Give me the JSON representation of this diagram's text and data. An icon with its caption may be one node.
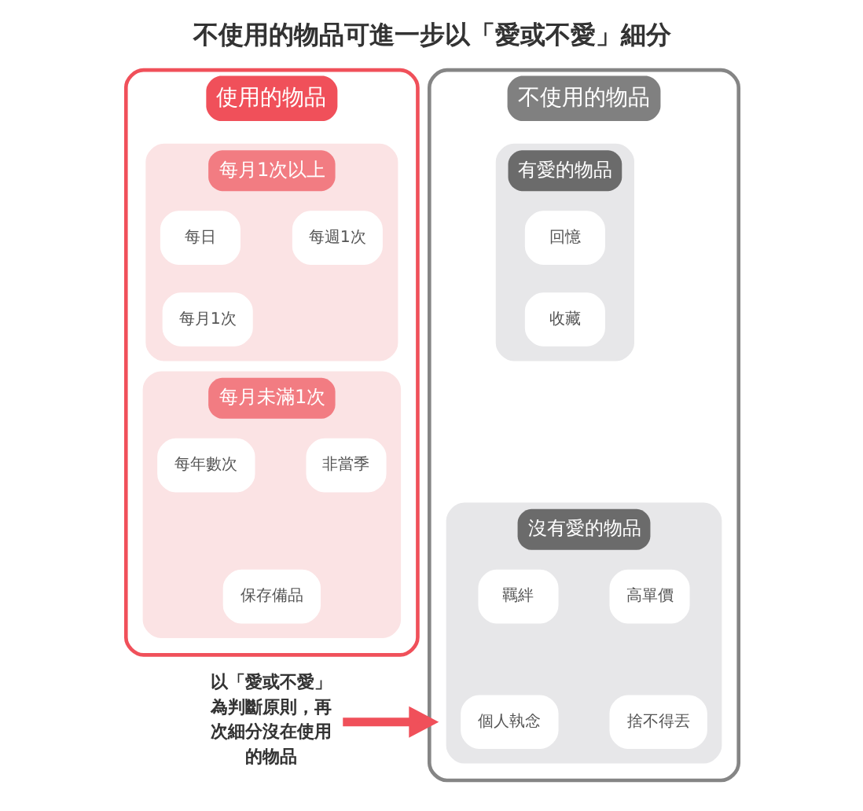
{
  "diagram": {
    "title": "不使用的物品可進一步以「愛或不愛」細分",
    "nodes": [
      {
        "text": [
          "使用的物品"
        ]
      },
      {
        "text": [
          "每月1次以上"
        ],
        "in": 0
      },
      {
        "text": [
          "每日"
        ],
        "in": 1
      },
      {
        "text": [
          "每週1次"
        ],
        "in": 1
      },
      {
        "text": [
          "每月1次"
        ],
        "in": 1
      },
      {
        "text": [
          "每月未滿1次"
        ],
        "in": 0
      },
      {
        "text": [
          "每年數次"
        ],
        "in": 5
      },
      {
        "text": [
          "非當季"
        ],
        "in": 5
      },
      {
        "text": [
          "保存備品"
        ],
        "in": 5
      },
      {
        "text": [
          "不使用的物品"
        ]
      },
      {
        "text": [
          "有愛的物品"
        ],
        "in": 9
      },
      {
        "text": [
          "回憶"
        ],
        "in": 10
      },
      {
        "text": [
          "收藏"
        ],
        "in": 10
      },
      {
        "text": [
          "沒有愛的物品"
        ],
        "in": 9
      },
      {
        "text": [
          "羈絆"
        ],
        "in": 13
      },
      {
        "text": [
          "高單價"
        ],
        "in": 13
      },
      {
        "text": [
          "個人執念"
        ],
        "in": 13
      },
      {
        "text": [
          "捨不得丟"
        ],
        "in": 13
      },
      {
        "text": [
          "以「愛或不愛」為判斷原則，再次細分沒在使用的物品"
        ]
      }
    ],
    "edges": [
      {
        "from": 18,
        "to": 9,
        "arrow": "to"
      }
    ]
  }
}
